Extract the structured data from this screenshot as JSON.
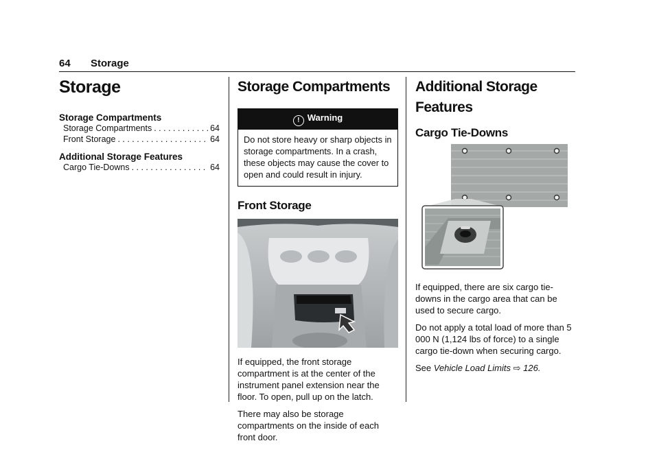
{
  "header": {
    "page_number": "64",
    "section": "Storage"
  },
  "toc": {
    "title": "Storage",
    "groups": [
      {
        "heading": "Storage Compartments",
        "entries": [
          {
            "label": "Storage Compartments",
            "page": "64"
          },
          {
            "label": "Front Storage",
            "page": "64"
          }
        ]
      },
      {
        "heading": "Additional Storage Features",
        "entries": [
          {
            "label": "Cargo Tie-Downs",
            "page": "64"
          }
        ]
      }
    ]
  },
  "storage_compartments": {
    "title": "Storage Compartments",
    "warning_label": "Warning",
    "warning_text": "Do not store heavy or sharp objects in storage compartments. In a crash, these objects may cause the cover to open and could result in injury.",
    "front_storage_title": "Front Storage",
    "front_storage_p1": "If equipped, the front storage compartment is at the center of the instrument panel extension near the floor. To open, pull up on the latch.",
    "front_storage_p2": "There may also be storage compartments on the inside of each front door."
  },
  "additional": {
    "title": "Additional Storage Features",
    "tiedowns_title": "Cargo Tie-Downs",
    "p1": "If equipped, there are six cargo tie-downs in the cargo area that can be used to secure cargo.",
    "p2": "Do not apply a total load of more than 5 000 N (1,124 lbs of force) to a single cargo tie-down when securing cargo.",
    "see_prefix": "See",
    "see_link": "Vehicle Load Limits",
    "see_arrow": "⇨",
    "see_page": "126."
  }
}
